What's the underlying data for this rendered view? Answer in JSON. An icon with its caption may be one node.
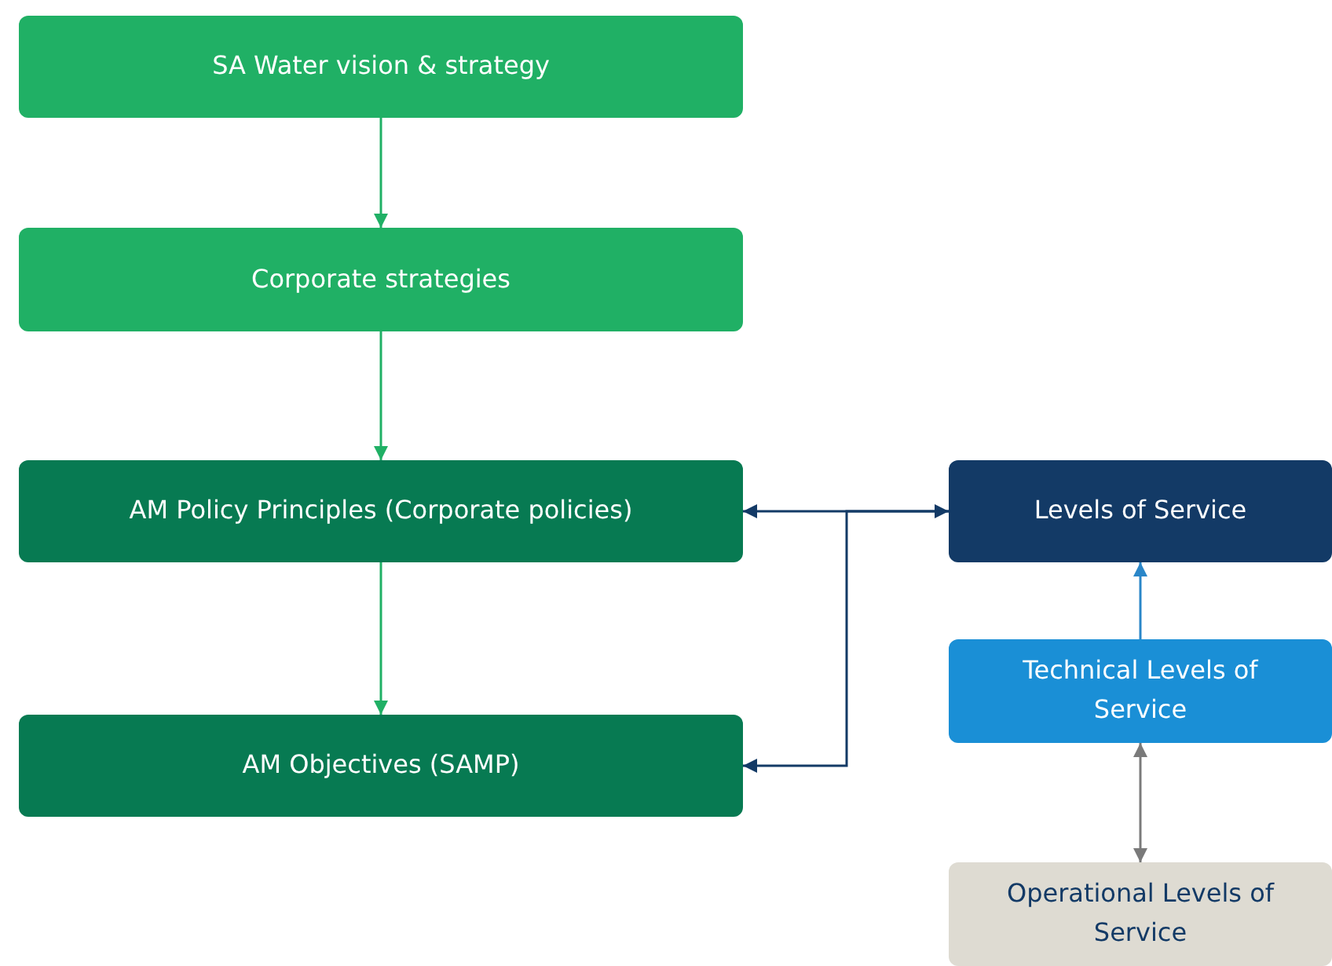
{
  "diagram": {
    "nodes": [
      {
        "text": [
          "SA Water vision & strategy"
        ]
      },
      {
        "text": [
          "Corporate strategies"
        ]
      },
      {
        "text": [
          "AM Policy Principles (Corporate policies)"
        ]
      },
      {
        "text": [
          "AM Objectives (SAMP)"
        ]
      },
      {
        "text": [
          "Levels of Service"
        ]
      },
      {
        "text": [
          "Technical Levels of Service"
        ]
      },
      {
        "text": [
          "Operational Levels of Service"
        ]
      }
    ],
    "edges": [
      {
        "from": 0,
        "to": 1,
        "arrow": "to"
      },
      {
        "from": 1,
        "to": 2,
        "arrow": "to"
      },
      {
        "from": 2,
        "to": 3,
        "arrow": "to"
      },
      {
        "from": 2,
        "to": 4,
        "arrow": "both",
        "color": "#133a66"
      },
      {
        "from": 4,
        "to": 3,
        "arrow": "to",
        "color": "#133a66"
      },
      {
        "from": 5,
        "to": 4,
        "arrow": "to",
        "color": "#2a86c8"
      },
      {
        "from": 6,
        "to": 5,
        "arrow": "both",
        "color": "#7a7a7a"
      }
    ]
  }
}
